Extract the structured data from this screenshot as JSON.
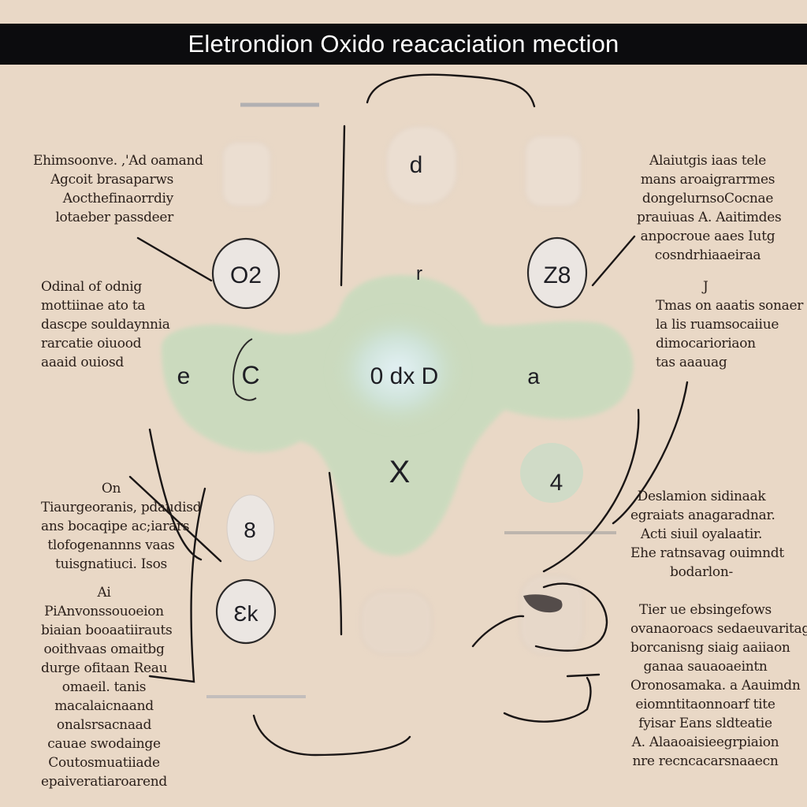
{
  "title": "Eletrondion Oxido reacaciation mection",
  "nodes": {
    "top_d": "d",
    "o2": "O2",
    "z8": "Z8",
    "small_r": "r",
    "left_e": "e",
    "left_c": "C",
    "center": "0 dx D",
    "right_a": "a",
    "center_x": "X",
    "right_4": "4",
    "left_8": "8",
    "left_3k": "Ɛk"
  },
  "notes": {
    "top_left": [
      "Ehimsoonve. ,'Ad oamand",
      "Agcoit brasaparws",
      "Aocthefinaorrdiy",
      "lotaeber passdeer"
    ],
    "mid_left": [
      "Odinal of odnig",
      "mottiinae ato ta",
      "dascpe souldaynnia",
      "rarcatie oiuood",
      "aaaid ouiosd"
    ],
    "lower_left": [
      "On",
      "Tiaurgeoranis, pdaudisd",
      "ans  bocaqipe ac;iarars",
      "tlofogenannns  vaas",
      "tuisgnatiuci. Isos"
    ],
    "bottom_left": [
      "Ai",
      "PiAnvonssouoeion",
      "biaian  booaatiirauts",
      "ooithvaas omaitbg",
      "durge  ofitaan  Reau",
      "omaeil. tanis",
      "macalaicnaand",
      "onalsrsacnaad",
      "cauae  swodainge",
      "Coutosmuatiiade",
      "epaiveratiaroarend"
    ],
    "top_right": [
      "Alaiutgis iaas tele",
      "mans aroaigrarrmes",
      "dongelurnsoCocnae",
      "prauiuas  A. Aaitimdes",
      "anpocroue aaes Iutg",
      "cosndrhiaaeiraa"
    ],
    "mid_right": [
      "J",
      "Tmas on aaatis sonaer",
      "la lis ruamsocaiiue",
      "dimocarioriaon",
      "tas aaauag"
    ],
    "lower_right": [
      "Deslamion  sidinaak",
      "egraiats anagaradnar.",
      "Acti  siuil  oyalaatir.",
      "Ehe ratnsavag ouimndt",
      "bodarlon-"
    ],
    "bottom_right": [
      "Tier ue ebsingefows",
      "ovanaoroacs  sedaeuvaritag",
      "borcanisng siaig aaiiaon",
      "ganaa  sauaoaeintn",
      "Oronosamaka. a  Aauimdn",
      "eiomntitaonnoarf  tite",
      "fyisar  Eans  sldteatie",
      "A.  Alaaoaisieegrpiaion",
      "nre recncacarsnaaecn"
    ]
  },
  "colors": {
    "background": "#e9d8c6",
    "title_bar": "#0c0c0e",
    "node_fill": "#ebe6e2",
    "node_stroke": "#2a2828",
    "cloud_green": "#c9dcc0",
    "core_blue": "#dcecf1"
  }
}
